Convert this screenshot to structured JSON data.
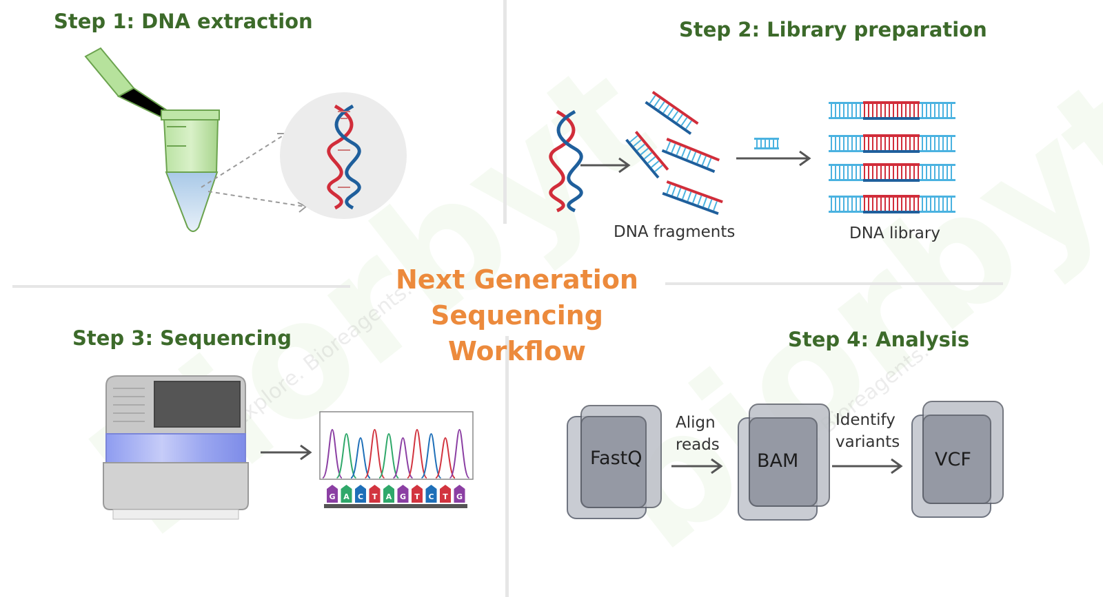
{
  "title": {
    "line1": "Next Generation",
    "line2": "Sequencing Workflow"
  },
  "steps": [
    {
      "title": "Step 1: DNA extraction"
    },
    {
      "title": "Step 2: Library preparation",
      "labels": [
        "DNA fragments",
        "DNA library"
      ]
    },
    {
      "title": "Step 3: Sequencing",
      "bases": [
        "G",
        "A",
        "C",
        "T",
        "A",
        "G",
        "T",
        "C",
        "T",
        "G"
      ]
    },
    {
      "title": "Step 4: Analysis",
      "files": [
        "FastQ",
        "BAM",
        "VCF"
      ],
      "arrows": [
        {
          "line1": "Align",
          "line2": "reads"
        },
        {
          "line1": "Identify",
          "line2": "variants"
        }
      ]
    }
  ],
  "watermark": {
    "brand": "biorbyt",
    "tagline": "Explore. Bioreagents."
  },
  "colors": {
    "title_orange": "#ec8a3c",
    "step_green": "#3c6a2a",
    "dna_red": "#d12d3a",
    "dna_blue": "#1f5f9c",
    "library_cyan": "#4ab2e0",
    "base_colors": {
      "G": "#8b3fa3",
      "A": "#2fa86a",
      "C": "#1e6fb8",
      "T": "#d2343f"
    }
  }
}
